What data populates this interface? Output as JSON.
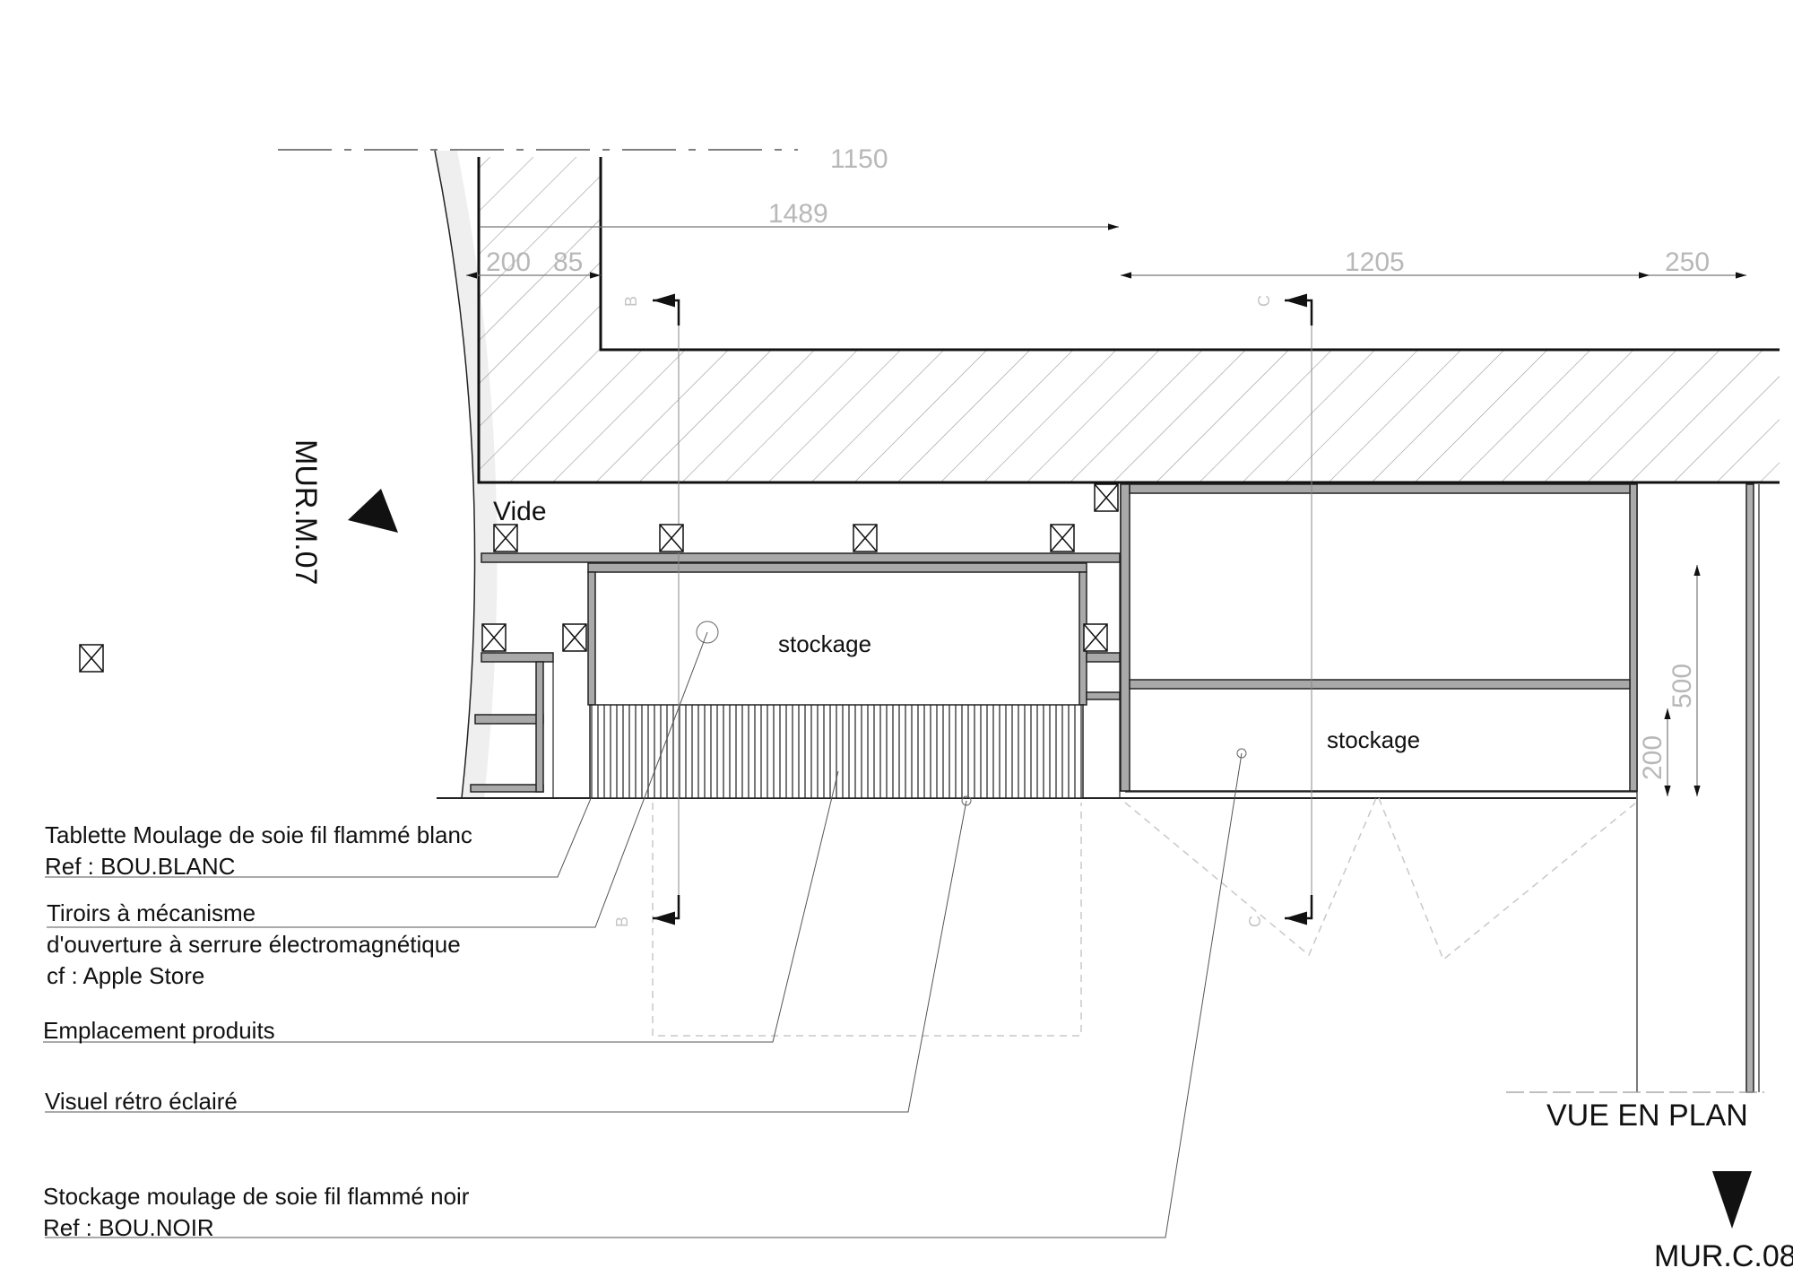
{
  "dimensions": {
    "d1150": "1150",
    "d1489": "1489",
    "d200_top": "200",
    "d85": "85",
    "d1205": "1205",
    "d250": "250",
    "d500": "500",
    "d200_side": "200"
  },
  "rooms": {
    "vide": "Vide",
    "stockage_left": "stockage",
    "stockage_right": "stockage"
  },
  "section_marks": {
    "b_top": "B",
    "c_top": "C",
    "b_bottom": "B",
    "c_bottom": "C"
  },
  "view_refs": {
    "left": "MUR.M.07",
    "bottom": "MUR.C.08",
    "view_title": "VUE EN PLAN"
  },
  "annotations": {
    "a1_line1": "Tablette Moulage de soie fil flammé blanc",
    "a1_line2": "Ref : BOU.BLANC",
    "a2_line1": "Tiroirs à mécanisme",
    "a2_line2": "d'ouverture à serrure électromagnétique",
    "a2_line3": "cf : Apple Store",
    "a3": "Emplacement produits",
    "a4": "Visuel rétro éclairé",
    "a5_line1": "Stockage moulage de soie fil flammé noir",
    "a5_line2": "Ref : BOU.NOIR"
  }
}
